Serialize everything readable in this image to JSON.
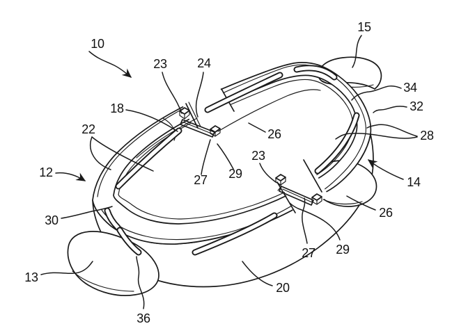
{
  "figure": {
    "background_color": "#ffffff",
    "line_color": "#1a1a1a",
    "kind": "patent-style line drawing, perspective view of an oval ringed device"
  },
  "labels": [
    {
      "text": "10"
    },
    {
      "text": "23"
    },
    {
      "text": "24"
    },
    {
      "text": "15"
    },
    {
      "text": "34"
    },
    {
      "text": "32"
    },
    {
      "text": "28"
    },
    {
      "text": "14"
    },
    {
      "text": "26"
    },
    {
      "text": "29"
    },
    {
      "text": "27"
    },
    {
      "text": "23"
    },
    {
      "text": "20"
    },
    {
      "text": "36"
    },
    {
      "text": "13"
    },
    {
      "text": "30"
    },
    {
      "text": "12"
    },
    {
      "text": "22"
    },
    {
      "text": "18"
    },
    {
      "text": "26"
    },
    {
      "text": "27"
    },
    {
      "text": "29"
    }
  ]
}
